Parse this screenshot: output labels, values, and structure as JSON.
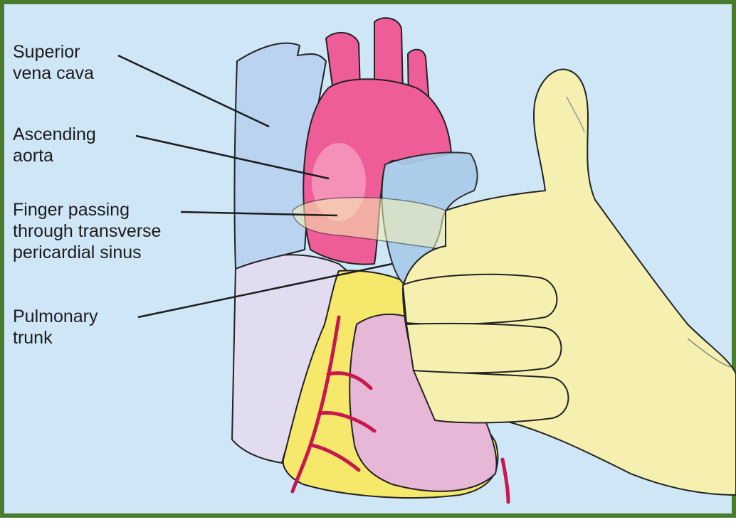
{
  "labels": {
    "svc": {
      "line1": "Superior",
      "line2": "vena cava"
    },
    "aorta": {
      "line1": "Ascending",
      "line2": "aorta"
    },
    "finger": {
      "line1": "Finger passing",
      "line2": "through transverse",
      "line3": "pericardial sinus"
    },
    "pulmonary": {
      "line1": "Pulmonary",
      "line2": "trunk"
    }
  },
  "colors": {
    "border": "#4a7a2e",
    "background": "#cfe6f7",
    "vena_cava": "#b9d3f0",
    "aorta": "#ee5d98",
    "pulmonary_trunk": "#a9cbe8",
    "hand": "#f6f0b0",
    "fat": "#f5e86a",
    "ventricle": "#e6b7d6",
    "atrium": "#e2dcf0",
    "coronary_vessels": "#c8174e",
    "outline": "#222222"
  }
}
